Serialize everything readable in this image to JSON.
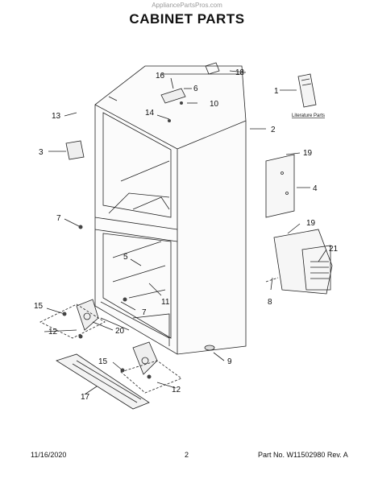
{
  "header": {
    "watermark": "AppliancePartsPros.com",
    "title": "CABINET PARTS"
  },
  "footer": {
    "date": "11/16/2020",
    "page_number": "2",
    "part_number": "Part No. W11502980  Rev. A"
  },
  "diagram": {
    "literature_label": "Literature Parts",
    "callouts": [
      "1",
      "2",
      "3",
      "4",
      "5",
      "6",
      "7",
      "7",
      "8",
      "9",
      "10",
      "11",
      "12",
      "12",
      "13",
      "14",
      "15",
      "15",
      "16",
      "17",
      "18",
      "19",
      "19",
      "20",
      "21"
    ]
  }
}
